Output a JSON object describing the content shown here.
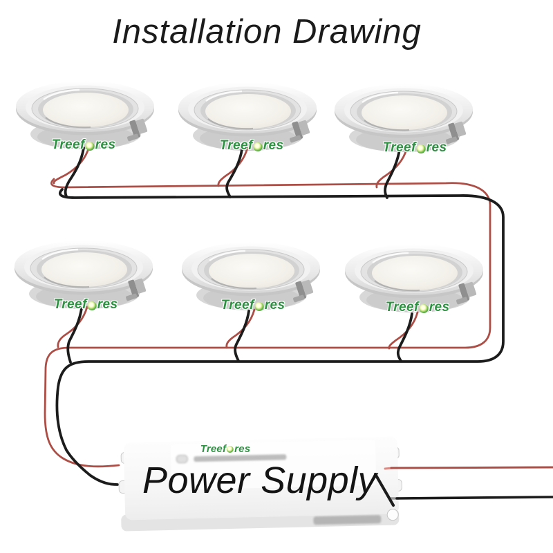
{
  "title": "Installation Drawing",
  "brand": {
    "name": "Treefores",
    "prefix": "Treef",
    "suffix": "res"
  },
  "power_supply": {
    "label": "Power Supply"
  },
  "lights": {
    "count": 6,
    "rows": 2,
    "per_row": 3
  },
  "colors": {
    "background": "#ffffff",
    "wire_positive_red": "#ad4e46",
    "wire_negative_black": "#1c1c1c",
    "brand_green": "#2c9140",
    "title_text": "#1b1b1b"
  }
}
